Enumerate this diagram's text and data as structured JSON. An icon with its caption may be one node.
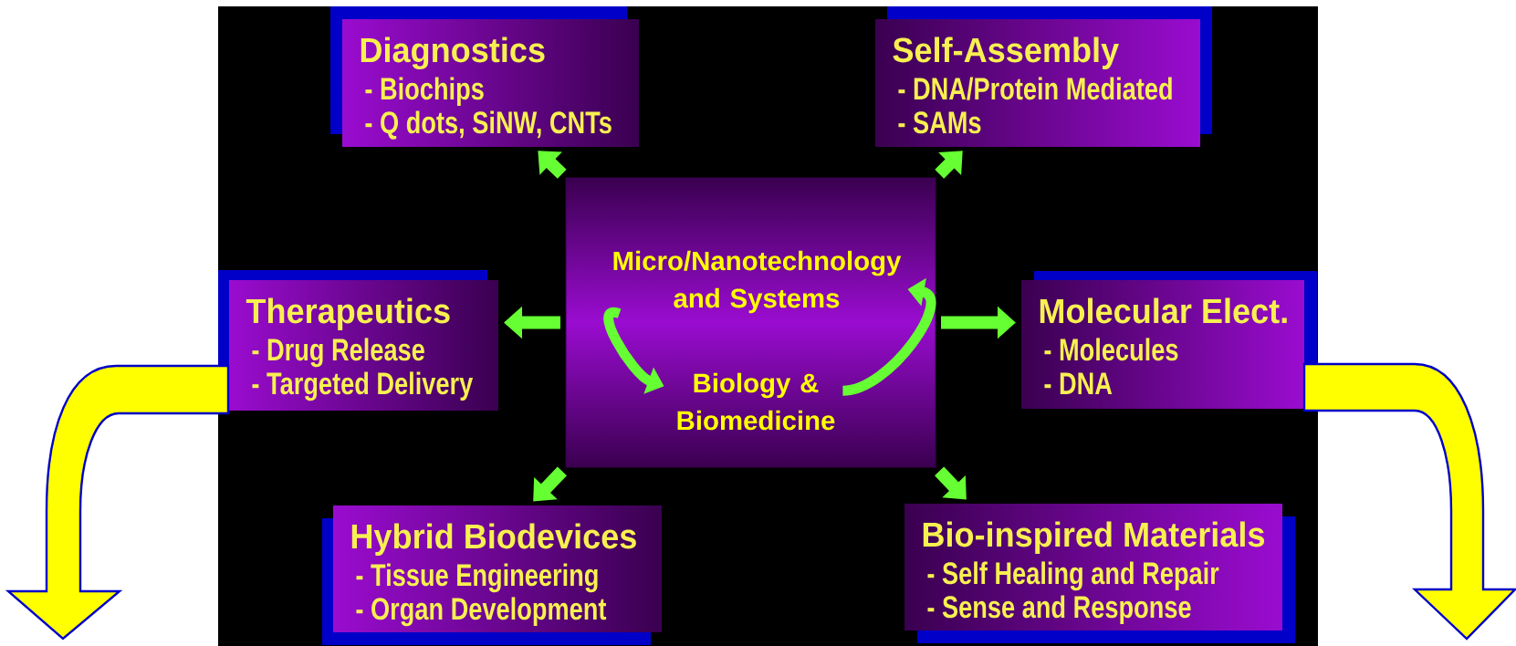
{
  "diagram": {
    "nodes": [
      {
        "text": [
          "Diagnostics",
          "- Biochips",
          "- Q dots, SiNW, CNTs"
        ]
      },
      {
        "text": [
          "Self-Assembly",
          "- DNA/Protein Mediated",
          "- SAMs"
        ]
      },
      {
        "text": [
          "Therapeutics",
          "- Drug Release",
          "- Targeted Delivery"
        ]
      },
      {
        "text": [],
        "shape": "box"
      },
      {
        "text": [
          "Micro/Nanotechnology and Systems"
        ],
        "in": 3
      },
      {
        "text": [
          "Biology & Biomedicine"
        ],
        "in": 3
      },
      {
        "text": [
          "Molecular Elect.",
          "- Molecules",
          "- DNA"
        ]
      },
      {
        "text": [
          "Hybrid Biodevices",
          "- Tissue Engineering",
          "- Organ Development"
        ]
      },
      {
        "text": [
          "Bio-inspired Materials",
          "- Self Healing and Repair",
          "- Sense and Response"
        ]
      }
    ],
    "edges": [
      {
        "from": 3,
        "to": 0,
        "arrow": "to"
      },
      {
        "from": 3,
        "to": 1,
        "arrow": "to"
      },
      {
        "from": 3,
        "to": 2,
        "arrow": "to"
      },
      {
        "from": 3,
        "to": 6,
        "arrow": "to"
      },
      {
        "from": 3,
        "to": 7,
        "arrow": "to"
      },
      {
        "from": 3,
        "to": 8,
        "arrow": "to"
      },
      {
        "from": 4,
        "to": 5,
        "arrow": "to"
      },
      {
        "from": 5,
        "to": 4,
        "arrow": "to"
      },
      {
        "from": 2,
        "to": null,
        "arrow": "to",
        "color": "#ffff00"
      },
      {
        "from": 6,
        "to": null,
        "arrow": "to",
        "color": "#ffff00"
      }
    ]
  }
}
